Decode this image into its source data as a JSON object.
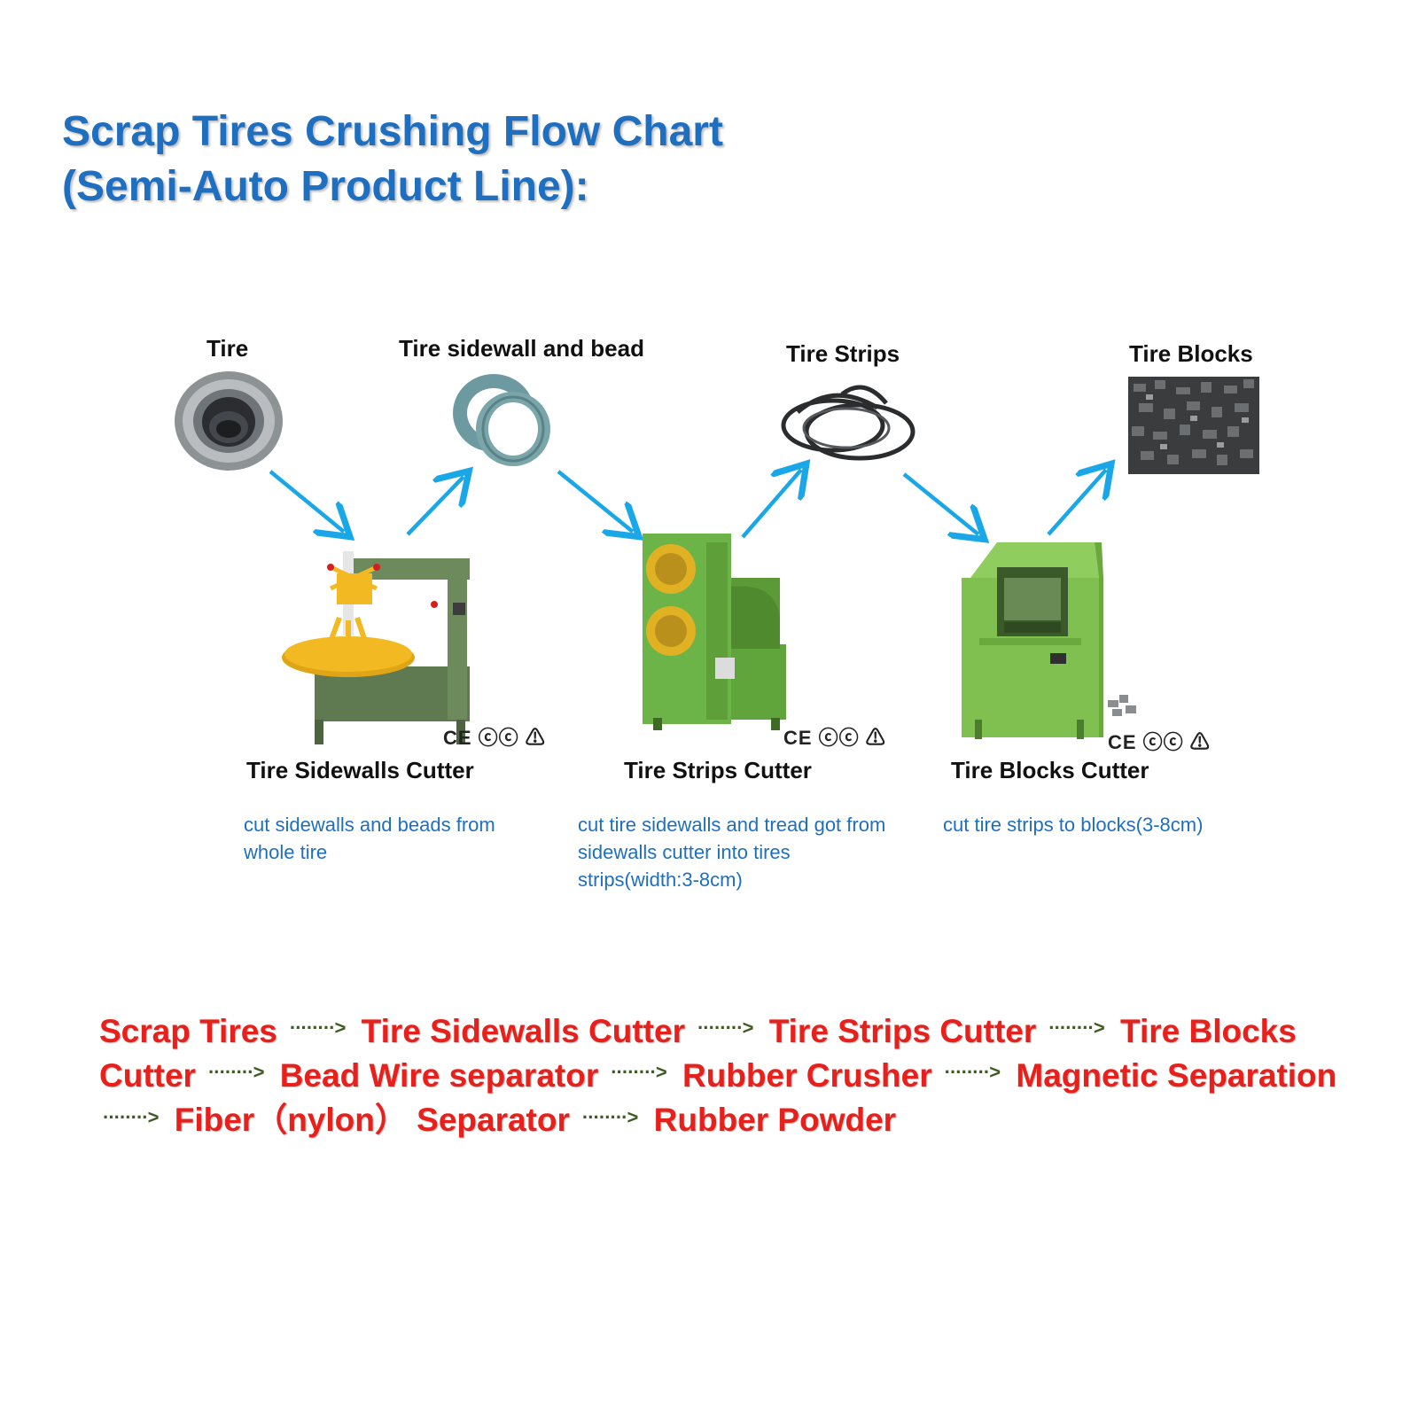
{
  "title": {
    "line1": "Scrap Tires Crushing Flow Chart",
    "line2": "(Semi-Auto Product Line):"
  },
  "products": {
    "tire": "Tire",
    "sidewall": "Tire sidewall and bead",
    "strips": "Tire Strips",
    "blocks": "Tire Blocks"
  },
  "machines": [
    {
      "name": "Tire Sidewalls Cutter",
      "description": "cut sidewalls and beads from whole tire",
      "cert": "CE ⓒⓒ ⚠"
    },
    {
      "name": "Tire Strips Cutter",
      "description": "cut tire sidewalls and tread got from sidewalls cutter into tires strips(width:3-8cm)",
      "cert": "CE ⓒⓒ ⚠"
    },
    {
      "name": "Tire Blocks Cutter",
      "description": "cut tire strips to blocks(3-8cm)",
      "cert": "CE ⓒⓒ ⚠"
    }
  ],
  "process_flow": {
    "steps": [
      "Scrap Tires",
      "Tire Sidewalls Cutter",
      "Tire Strips Cutter",
      "Tire Blocks Cutter",
      "Bead Wire separator",
      "Rubber Crusher",
      "Magnetic Separation",
      "Fiber（nylon） Separator",
      "Rubber Powder"
    ],
    "arrow": "········>"
  },
  "colors": {
    "title": "#1f6fc0",
    "description": "#1f6fc0",
    "flow_text": "#e8201c",
    "flow_arrow": "#3f5b25",
    "diagram_arrow": "#1aa7e8",
    "machine_green": "#6fa84a"
  },
  "icons": {
    "tire": "tire-photo",
    "sidewall": "sidewall-rings-photo",
    "strips": "rubber-strips-photo",
    "blocks": "rubber-blocks-photo",
    "machine1": "sidewall-cutter-machine",
    "machine2": "strips-cutter-machine",
    "machine3": "blocks-cutter-machine"
  }
}
